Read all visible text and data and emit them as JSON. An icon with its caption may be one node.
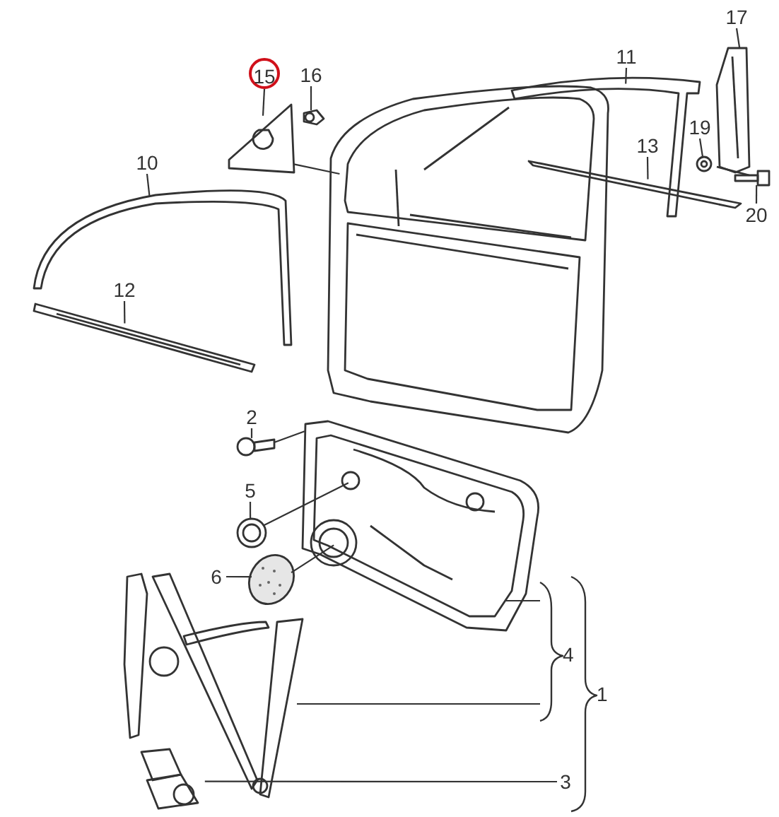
{
  "diagram": {
    "nodes": [
      {
        "text": [
          "17"
        ]
      },
      {
        "text": [
          "11"
        ]
      },
      {
        "text": [
          "15"
        ]
      },
      {
        "text": [
          "16"
        ]
      },
      {
        "text": [
          "19"
        ]
      },
      {
        "text": [
          "13"
        ]
      },
      {
        "text": [
          "10"
        ]
      },
      {
        "text": [
          "20"
        ]
      },
      {
        "text": [
          "12"
        ]
      },
      {
        "text": [
          "2"
        ]
      },
      {
        "text": [
          "5"
        ]
      },
      {
        "text": [
          "6"
        ]
      },
      {
        "text": [
          "3"
        ]
      },
      {
        "text": [],
        "shape": "picture"
      },
      {
        "text": [],
        "shape": "picture"
      },
      {
        "text": [],
        "shape": "picture"
      },
      {
        "text": [],
        "shape": "picture"
      },
      {
        "text": [],
        "shape": "picture"
      },
      {
        "text": [],
        "shape": "picture"
      },
      {
        "text": [],
        "shape": "picture"
      },
      {
        "text": [],
        "shape": "picture"
      },
      {
        "text": [],
        "shape": "picture"
      },
      {
        "text": [],
        "shape": "picture"
      },
      {
        "text": [],
        "shape": "picture"
      },
      {
        "text": [],
        "shape": "picture"
      },
      {
        "text": [],
        "shape": "picture"
      },
      {
        "text": [],
        "shape": "picture"
      },
      {
        "text": [],
        "shape": "picture"
      }
    ],
    "edges": [
      {
        "from": 0,
        "to": 13,
        "arrow": "none"
      },
      {
        "from": 1,
        "to": 14,
        "arrow": "none"
      },
      {
        "from": 2,
        "to": 15,
        "arrow": "none"
      },
      {
        "from": 3,
        "to": 16,
        "arrow": "none"
      },
      {
        "from": 4,
        "to": 17,
        "arrow": "none"
      },
      {
        "from": 5,
        "to": 18,
        "arrow": "none"
      },
      {
        "from": 6,
        "to": 19,
        "arrow": "none"
      },
      {
        "from": 7,
        "to": 20,
        "arrow": "none"
      },
      {
        "from": 8,
        "to": 21,
        "arrow": "none"
      },
      {
        "from": 9,
        "to": 22,
        "arrow": "none"
      },
      {
        "from": 10,
        "to": 23,
        "arrow": "none"
      },
      {
        "from": 11,
        "to": 24,
        "arrow": "none"
      },
      {
        "from": 12,
        "to": 25,
        "arrow": "none"
      },
      {
        "from": 15,
        "to": 26,
        "arrow": "none"
      },
      {
        "from": 22,
        "to": 27,
        "arrow": "none"
      },
      {
        "from": 23,
        "to": 27,
        "arrow": "none"
      },
      {
        "from": 24,
        "to": 27,
        "arrow": "none"
      }
    ],
    "labels": [
      "4",
      "1"
    ]
  }
}
